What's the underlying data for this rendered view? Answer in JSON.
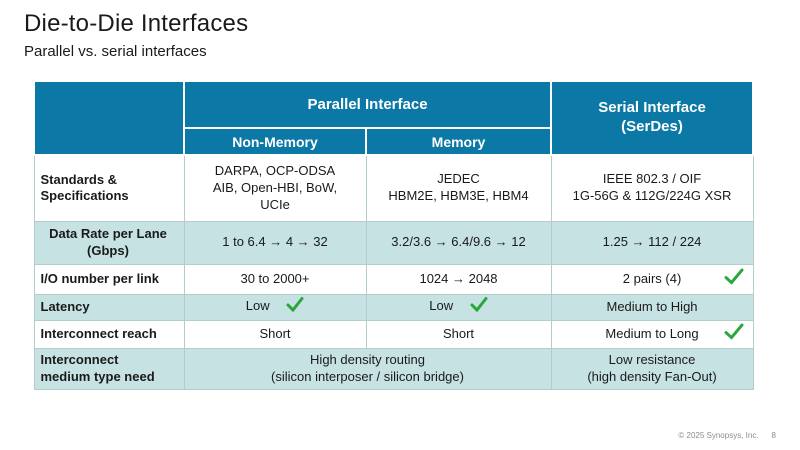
{
  "slide": {
    "title": "Die-to-Die Interfaces",
    "subtitle": "Parallel vs. serial interfaces",
    "footer": {
      "copyright": "© 2025 Synopsys, Inc.",
      "page_number": "8"
    }
  },
  "colors": {
    "header_teal": "#0c78a6",
    "row_light_blue": "#c6e2e3",
    "check_green": "#2ba63a",
    "border_gray": "#b5cccc"
  },
  "icons": {
    "check_icon": "✓"
  },
  "table": {
    "header": {
      "parallel": "Parallel Interface",
      "non_memory": "Non-Memory",
      "memory": "Memory",
      "serial_line1": "Serial Interface",
      "serial_line2": "(SerDes)"
    },
    "rows": [
      {
        "label": "Standards & Specifications",
        "label_lines": [
          "Standards &",
          "Specifications"
        ],
        "cells": [
          {
            "lines": [
              "DARPA, OCP-ODSA",
              "AIB, Open-HBI, BoW,",
              "UCIe"
            ]
          },
          {
            "lines": [
              "JEDEC",
              "HBM2E, HBM3E, HBM4"
            ]
          },
          {
            "lines": [
              "IEEE 802.3 / OIF",
              "1G-56G & 112G/224G XSR"
            ]
          }
        ]
      },
      {
        "label": "Data Rate per Lane (Gbps)",
        "label_lines": [
          "Data Rate per Lane",
          "(Gbps)"
        ],
        "cells": [
          {
            "lines": [
              "1 to 6.4 → 4 → 32"
            ]
          },
          {
            "lines": [
              "3.2/3.6 → 6.4/9.6 → 12"
            ]
          },
          {
            "lines": [
              "1.25 → 112 / 224"
            ]
          }
        ]
      },
      {
        "label": "I/O number per link",
        "label_lines": [
          "I/O number per link"
        ],
        "cells": [
          {
            "lines": [
              "30 to 2000+"
            ]
          },
          {
            "lines": [
              "1024 → 2048"
            ]
          },
          {
            "lines": [
              "2 pairs (4)"
            ],
            "check": "right"
          }
        ]
      },
      {
        "label": "Latency",
        "label_lines": [
          "Latency"
        ],
        "cells": [
          {
            "lines": [
              "Low"
            ],
            "check": "inline"
          },
          {
            "lines": [
              "Low"
            ],
            "check": "inline"
          },
          {
            "lines": [
              "Medium to High"
            ]
          }
        ]
      },
      {
        "label": "Interconnect reach",
        "label_lines": [
          "Interconnect reach"
        ],
        "cells": [
          {
            "lines": [
              "Short"
            ]
          },
          {
            "lines": [
              "Short"
            ]
          },
          {
            "lines": [
              "Medium to Long"
            ],
            "check": "right"
          }
        ]
      },
      {
        "label": "Interconnect medium type need",
        "label_lines": [
          "Interconnect",
          "medium type need"
        ],
        "cells": [
          {
            "lines": [
              "High density routing",
              "(silicon interposer / silicon bridge)"
            ],
            "colspan": 2
          },
          {
            "lines": [
              "Low resistance",
              "(high density Fan-Out)"
            ]
          }
        ]
      }
    ]
  }
}
